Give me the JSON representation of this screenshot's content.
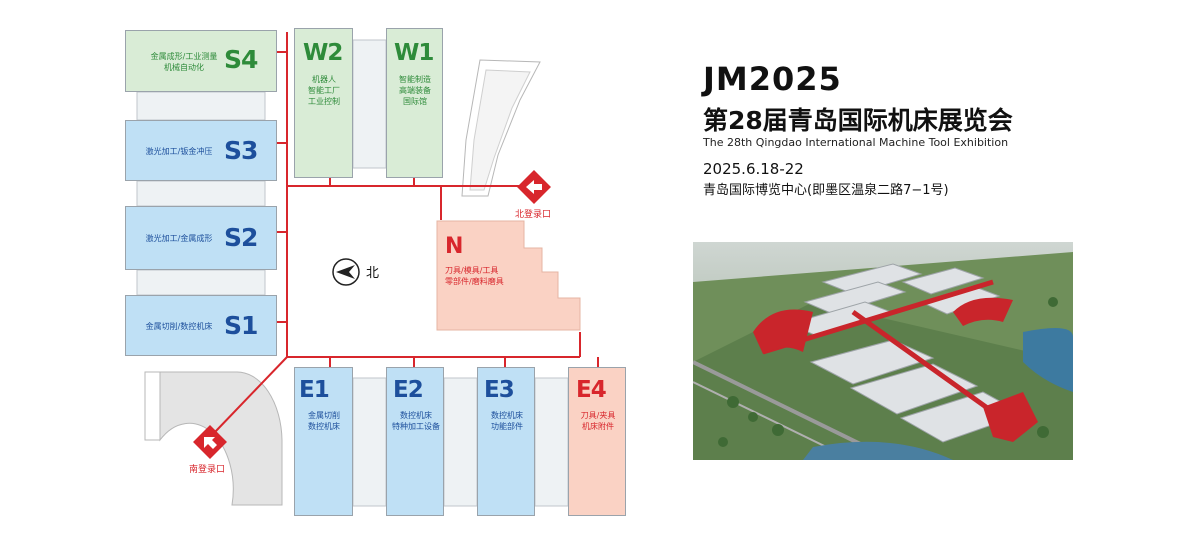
{
  "brand": {
    "logo_text": "JM2025"
  },
  "event": {
    "title_cn": "第28届青岛国际机床展览会",
    "title_en": "The 28th Qingdao International Machine Tool Exhibition",
    "dates": "2025.6.18-22",
    "venue": "青岛国际博览中心(即墨区温泉二路7−1号)"
  },
  "colors": {
    "route": "#d8262c",
    "green_hall": "#d9ecd6",
    "blue_hall": "#bfe0f5",
    "pink_hall": "#fad2c4"
  },
  "halls": {
    "s4": {
      "code": "S4",
      "lines": [
        "金属成形/工业测量",
        "机械自动化"
      ]
    },
    "s3": {
      "code": "S3",
      "lines": [
        "激光加工/钣金冲压"
      ]
    },
    "s2": {
      "code": "S2",
      "lines": [
        "激光加工/金属成形"
      ]
    },
    "s1": {
      "code": "S1",
      "lines": [
        "金属切削/数控机床"
      ]
    },
    "w2": {
      "code": "W2",
      "lines": [
        "机器人",
        "智能工厂",
        "工业控制"
      ]
    },
    "w1": {
      "code": "W1",
      "lines": [
        "智能制造",
        "高端装备",
        "国际馆"
      ]
    },
    "n": {
      "code": "N",
      "lines": [
        "刀具/模具/工具",
        "零部件/磨料磨具"
      ]
    },
    "e1": {
      "code": "E1",
      "lines": [
        "金属切削",
        "数控机床"
      ]
    },
    "e2": {
      "code": "E2",
      "lines": [
        "数控机床",
        "特种加工设备"
      ]
    },
    "e3": {
      "code": "E3",
      "lines": [
        "数控机床",
        "功能部件"
      ]
    },
    "e4": {
      "code": "E4",
      "lines": [
        "刀具/夹具",
        "机床附件"
      ]
    }
  },
  "entrances": {
    "north": "北登录口",
    "south": "南登录口"
  },
  "compass": {
    "label": "北",
    "icon": "compass-arrow-icon"
  },
  "photo": {
    "icon": "venue-aerial-photo"
  }
}
